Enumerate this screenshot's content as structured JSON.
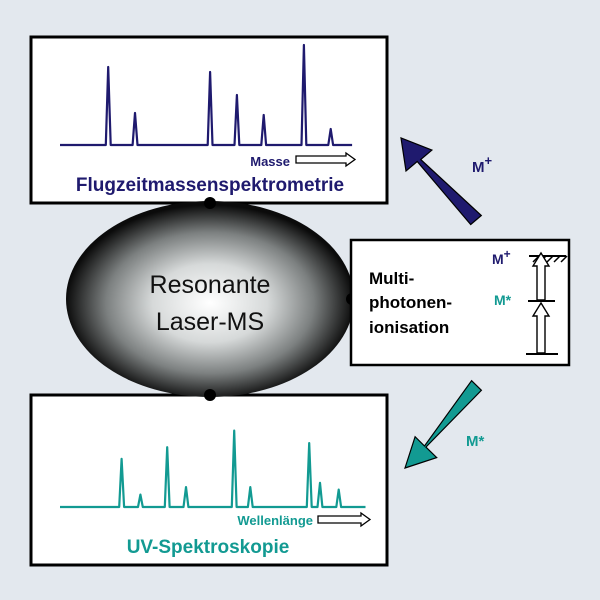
{
  "top_panel": {
    "axis_label": "Masse",
    "title": "Flugzeitmassenspektrometrie"
  },
  "bottom_panel": {
    "axis_label": "Wellenlänge",
    "title": "UV-Spektroskopie"
  },
  "center": {
    "line1": "Resonante",
    "line2": "Laser-MS"
  },
  "right_box": {
    "line1": "Multi-",
    "line2": "photonen-",
    "line3": "ionisation",
    "level_upper": "M",
    "level_upper_sup": "+",
    "level_lower": "M*"
  },
  "arrow_top_label": "M",
  "arrow_top_label_sup": "+",
  "arrow_bottom_label": "M*",
  "colors": {
    "navy": "#1f1a6e",
    "teal": "#129a92",
    "background": "#e3e8ee",
    "frame": "#000000"
  },
  "icons": {
    "arrow_top": "diagonal-arrow-up-left",
    "arrow_bottom": "diagonal-arrow-down-left",
    "axis_arrows": "hollow-right-arrow",
    "level_arrows": "hollow-up-arrow",
    "continuum": "hatched-ionization-continuum"
  },
  "chart_data": [
    {
      "type": "line",
      "title": "Flugzeitmassenspektrometrie",
      "xlabel": "Masse",
      "ylabel": "",
      "x": [
        0.18,
        0.28,
        0.56,
        0.66,
        0.76,
        0.91,
        1.01
      ],
      "values": [
        0.78,
        0.32,
        0.73,
        0.5,
        0.3,
        1.0,
        0.16
      ],
      "series": [
        {
          "values": [
            0.78,
            0.32,
            0.73,
            0.5,
            0.3,
            1.0,
            0.16
          ]
        }
      ]
    },
    {
      "type": "line",
      "title": "UV-Spektroskopie",
      "xlabel": "Wellenlänge",
      "ylabel": "",
      "x": [
        0.23,
        0.3,
        0.4,
        0.47,
        0.65,
        0.71,
        0.93,
        0.97,
        1.04
      ],
      "values": [
        0.58,
        0.15,
        0.72,
        0.24,
        0.92,
        0.24,
        0.77,
        0.29,
        0.21
      ],
      "series": [
        {
          "values": [
            0.58,
            0.15,
            0.72,
            0.24,
            0.92,
            0.24,
            0.77,
            0.29,
            0.21
          ]
        }
      ]
    }
  ]
}
